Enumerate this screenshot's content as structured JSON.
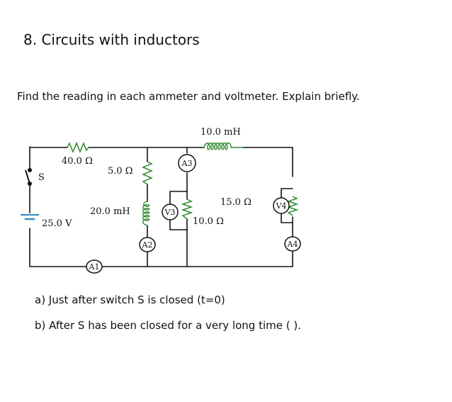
{
  "heading": "8. Circuits with inductors",
  "prompt": "Find the reading in each ammeter and voltmeter. Explain briefly.",
  "circuit": {
    "labels": {
      "inductor_top": "10.0 mH",
      "r40": "40.0 Ω",
      "r5": "5.0 Ω",
      "switch": "S",
      "inductor_mid": "20.0 mH",
      "battery": "25.0 V",
      "r15": "15.0 Ω",
      "r10": "10.0 Ω"
    },
    "meters": {
      "A1": "A1",
      "A2": "A2",
      "A3": "A3",
      "A4": "A4",
      "V3": "V3",
      "V4": "V4"
    },
    "colors": {
      "resistor": "#2f8a2f",
      "wire": "#111111"
    }
  },
  "questions": {
    "a": "a) Just after switch S is closed (t=0)",
    "b": "b) After S has been closed for a very long time ( )."
  }
}
